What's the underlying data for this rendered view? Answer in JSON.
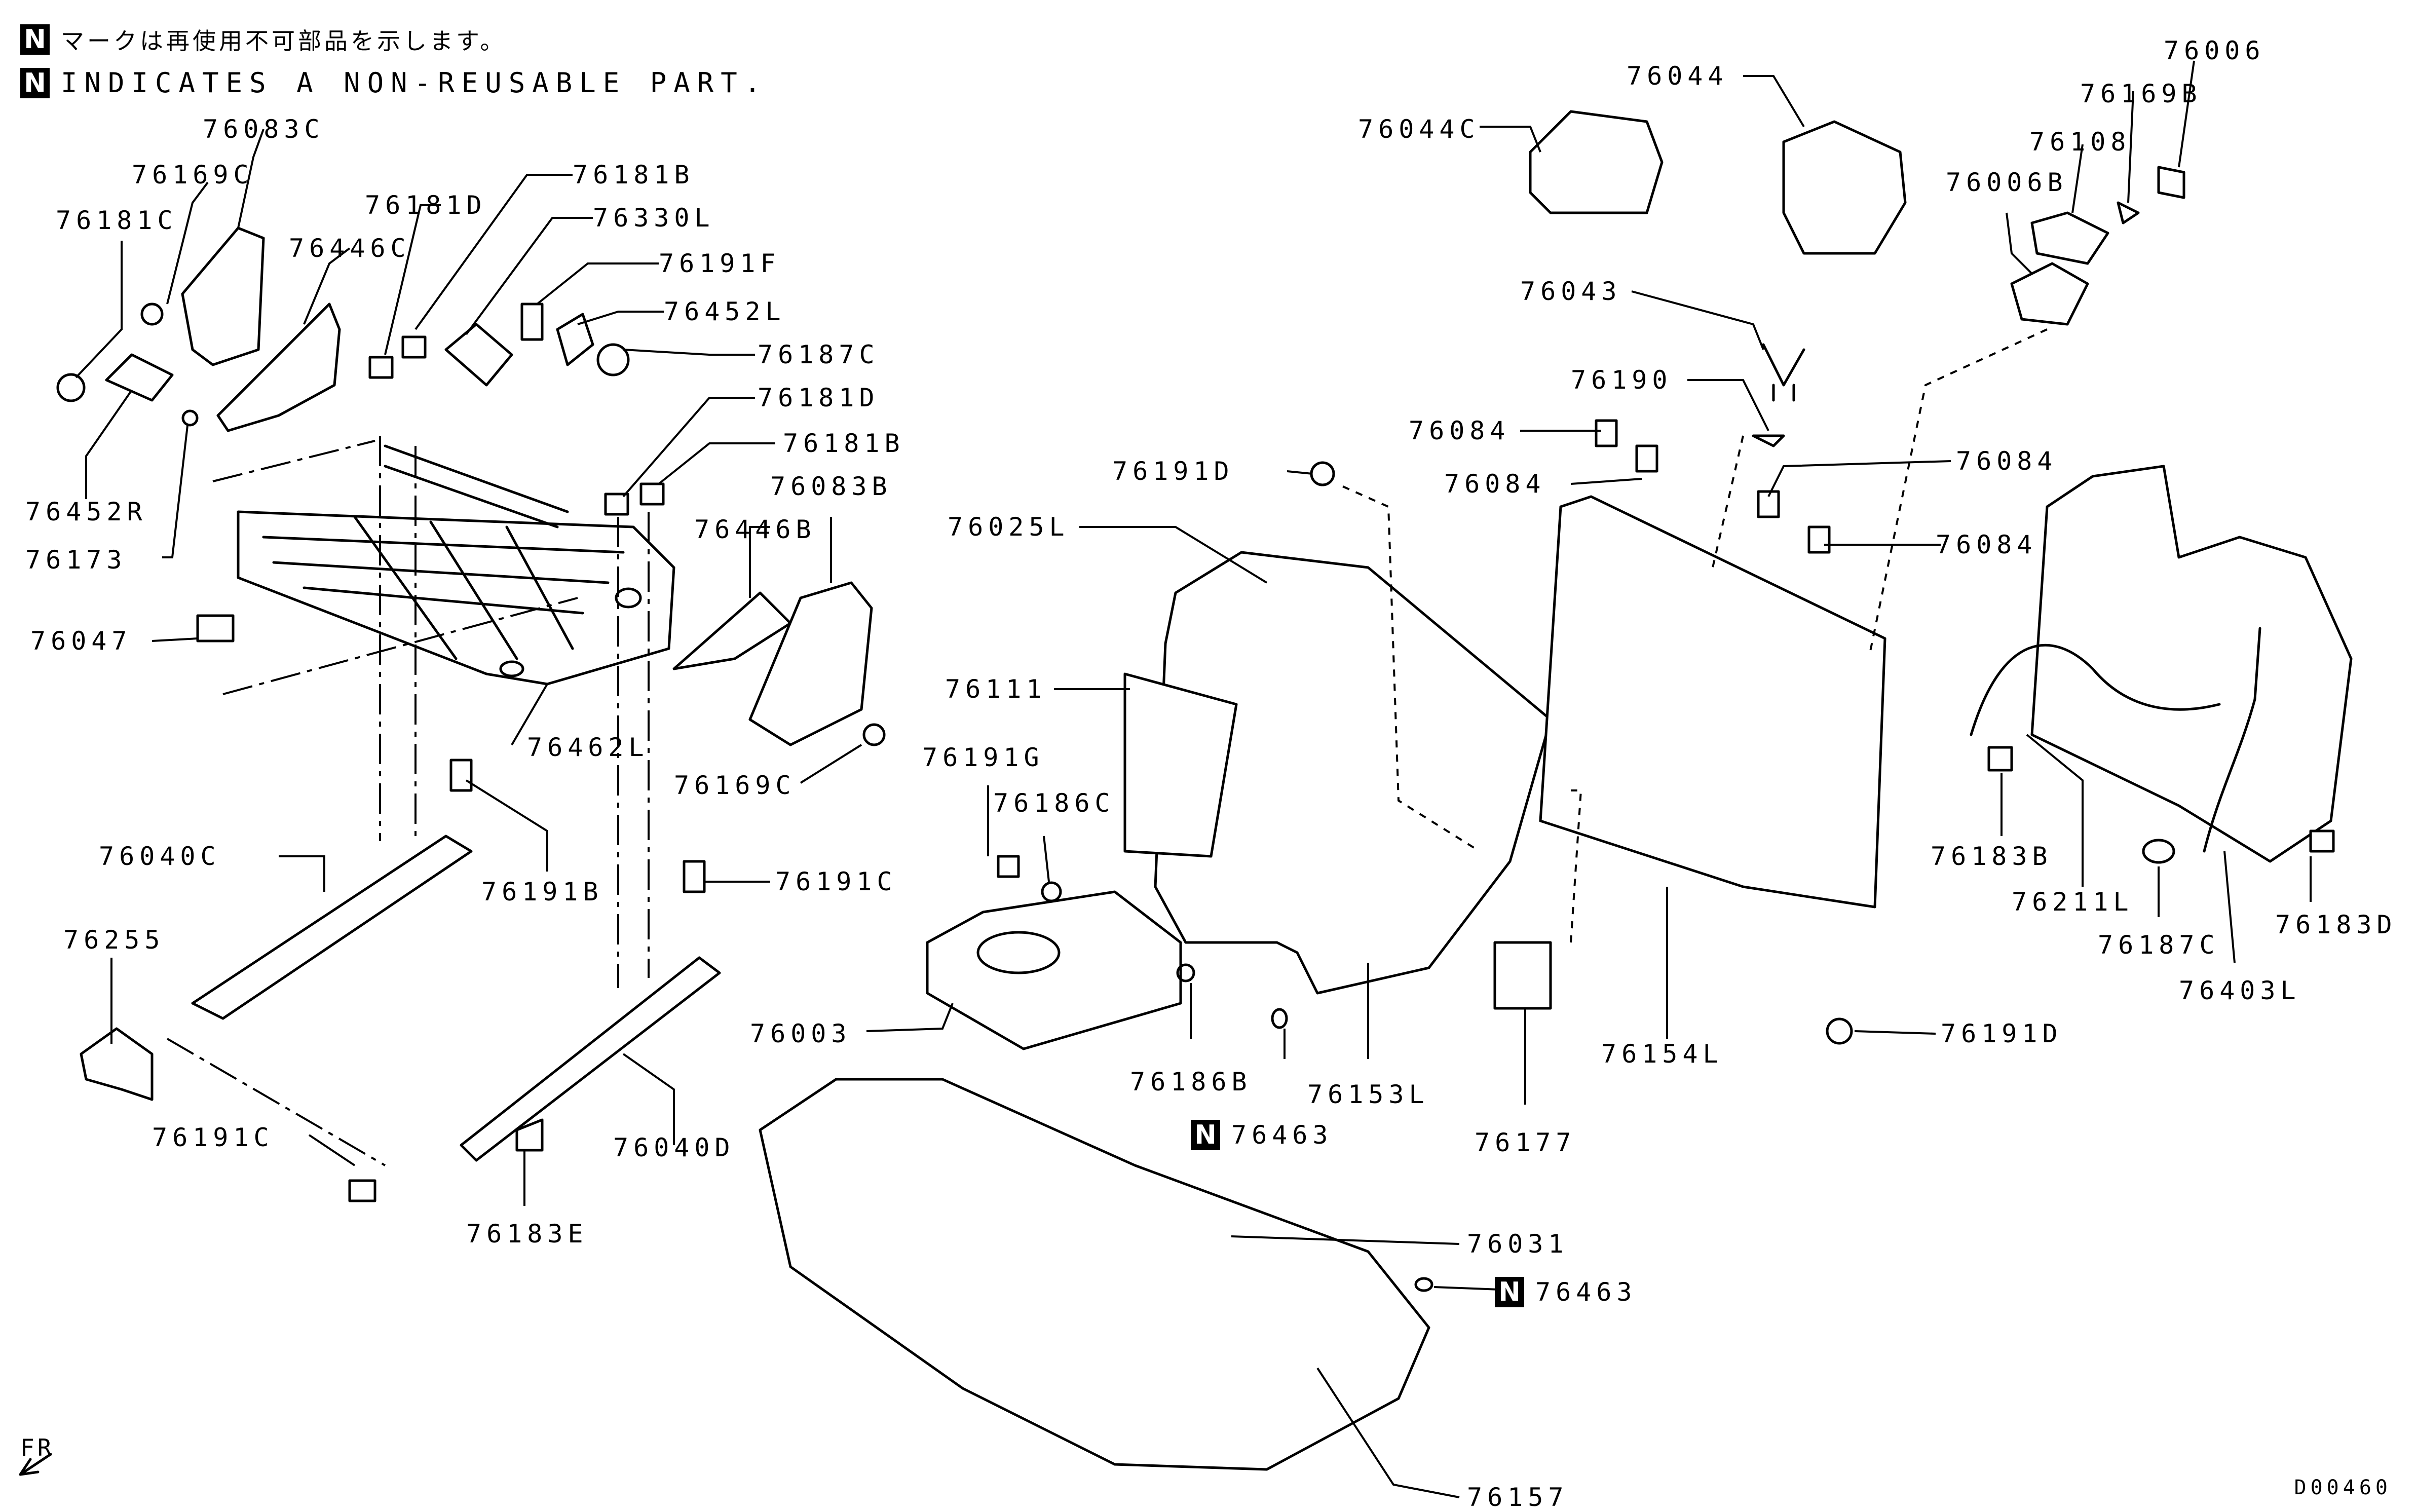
{
  "notes": {
    "badge": "N",
    "jp": "マークは再使用不可部品を示します。",
    "en": "INDICATES A NON-REUSABLE PART."
  },
  "callouts": {
    "c76083C": "76083C",
    "c76169C_top": "76169C",
    "c76181C": "76181C",
    "c76446C": "76446C",
    "c76181D_top": "76181D",
    "c76181B_top": "76181B",
    "c76330L": "76330L",
    "c76191F": "76191F",
    "c76452L": "76452L",
    "c76187C_left": "76187C",
    "c76181D_mid": "76181D",
    "c76181B_mid": "76181B",
    "c76083B": "76083B",
    "c76446B": "76446B",
    "c76452R": "76452R",
    "c76173": "76173",
    "c76047": "76047",
    "c76462L": "76462L",
    "c76169C_mid": "76169C",
    "c76040C": "76040C",
    "c76191B": "76191B",
    "c76191C_mid": "76191C",
    "c76255": "76255",
    "c76191C_low": "76191C",
    "c76040D": "76040D",
    "c76183E": "76183E",
    "c76044C": "76044C",
    "c76044": "76044",
    "c76006": "76006",
    "c76169B": "76169B",
    "c76108": "76108",
    "c76006B": "76006B",
    "c76043": "76043",
    "c76190": "76190",
    "c76084_a": "76084",
    "c76084_b": "76084",
    "c76084_c": "76084",
    "c76084_d": "76084",
    "c76191D_mid": "76191D",
    "c76025L": "76025L",
    "c76111": "76111",
    "c76191G": "76191G",
    "c76186C": "76186C",
    "c76003": "76003",
    "c76186B": "76186B",
    "c76463_a": "76463",
    "c76153L": "76153L",
    "c76177": "76177",
    "c76154L": "76154L",
    "c76191D_right": "76191D",
    "c76183B": "76183B",
    "c76211L": "76211L",
    "c76187C_right": "76187C",
    "c76403L": "76403L",
    "c76183D": "76183D",
    "c76031": "76031",
    "c76463_b": "76463",
    "c76157": "76157"
  },
  "direction_label": "FR",
  "diagram_code": "D00460"
}
